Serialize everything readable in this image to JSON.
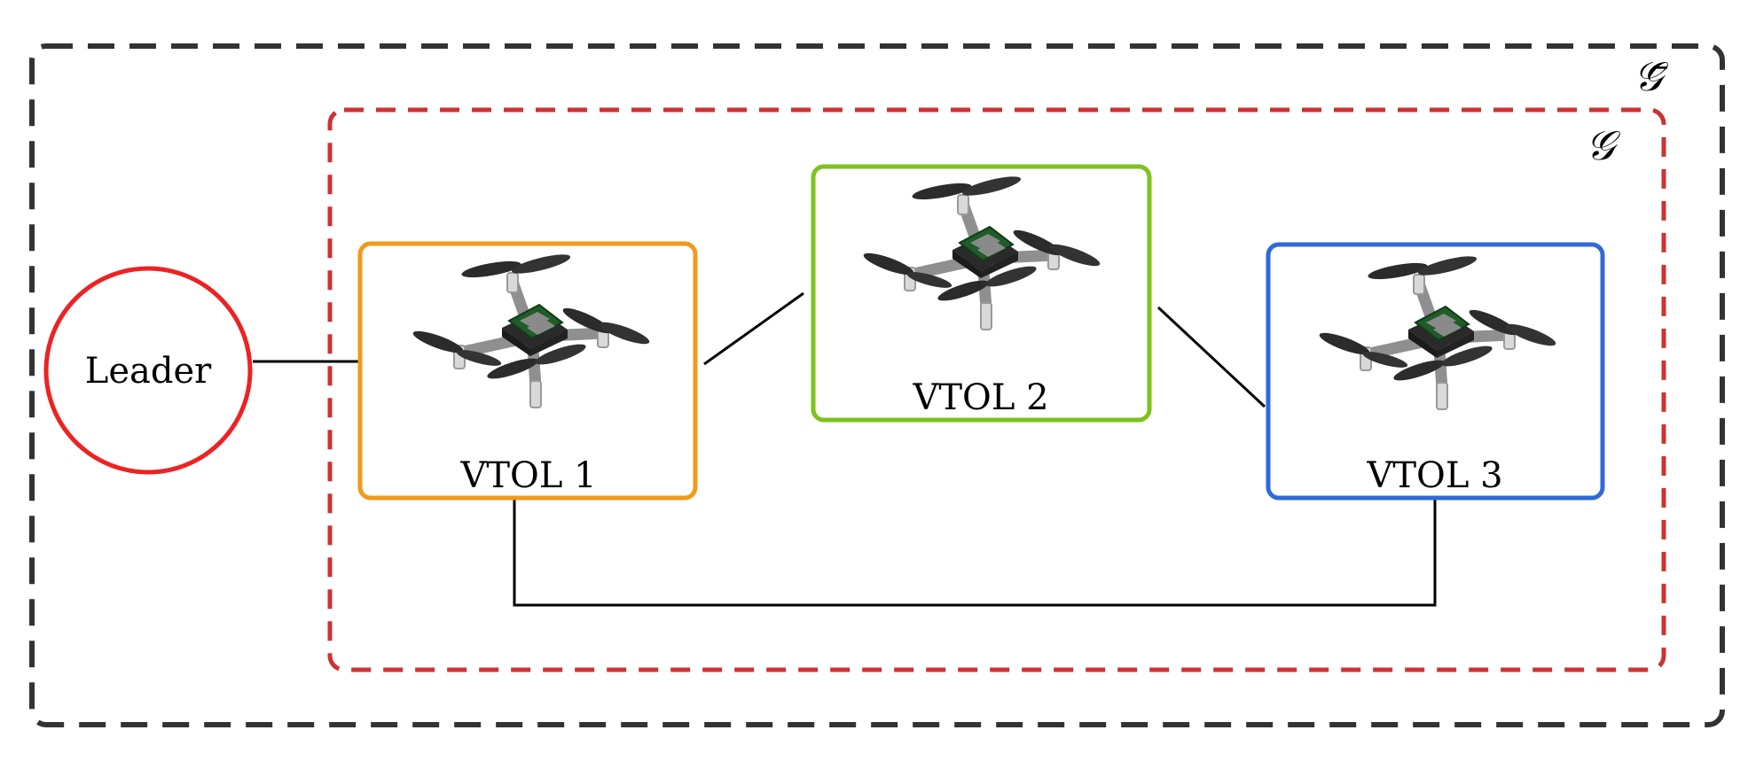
{
  "graphs": {
    "outer_label": "𝒢̄",
    "inner_label": "𝒢",
    "outer_color": "#333333",
    "inner_color": "#cc3333"
  },
  "leader": {
    "label": "Leader",
    "color": "#ee2222"
  },
  "nodes": [
    {
      "label": "VTOL 1",
      "color": "#f29a1c",
      "icon": "quadcopter-drone"
    },
    {
      "label": "VTOL 2",
      "color": "#7dc21e",
      "icon": "quadcopter-drone"
    },
    {
      "label": "VTOL 3",
      "color": "#2f6ad8",
      "icon": "quadcopter-drone"
    }
  ],
  "edges": [
    {
      "from": "Leader",
      "to": "VTOL 1"
    },
    {
      "from": "VTOL 1",
      "to": "VTOL 2"
    },
    {
      "from": "VTOL 2",
      "to": "VTOL 3"
    },
    {
      "from": "VTOL 1",
      "to": "VTOL 3"
    }
  ]
}
